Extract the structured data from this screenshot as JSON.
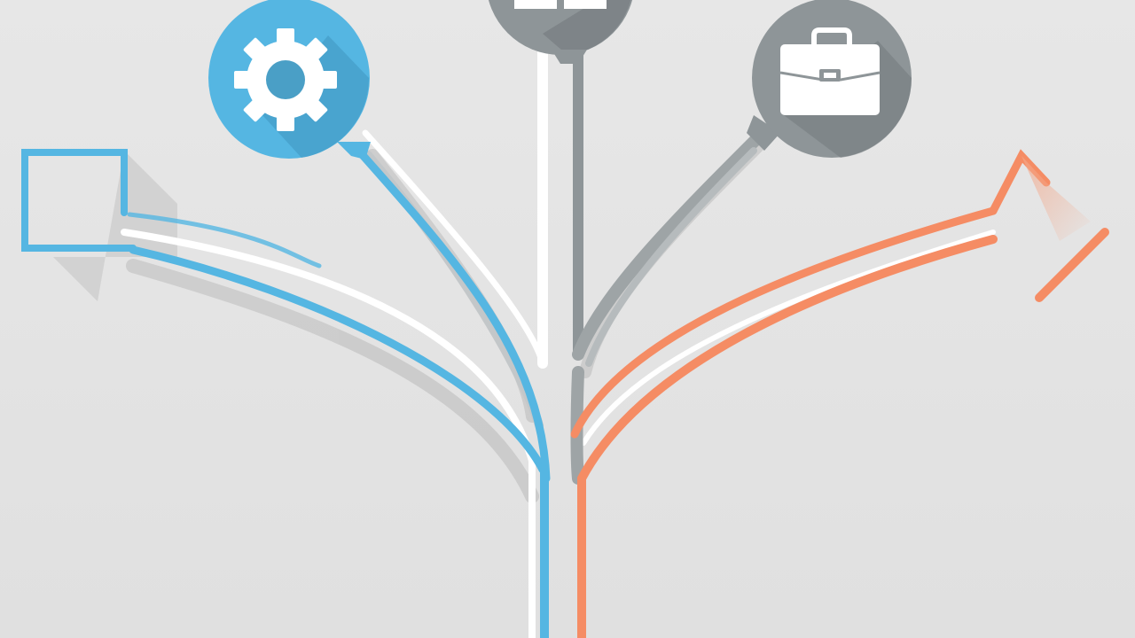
{
  "diagram": {
    "kind": "branching paths illustration",
    "background_color": "#e4e4e4",
    "colors": {
      "blue": "#55b6e2",
      "orange": "#f58c64",
      "gray": "#8e9598",
      "dark_gray": "#7f8689",
      "white": "#ffffff"
    },
    "nodes": [
      {
        "id": "gear",
        "icon": "gear-icon",
        "color": "blue"
      },
      {
        "id": "book",
        "icon": "open-book-icon",
        "color": "gray"
      },
      {
        "id": "briefcase",
        "icon": "briefcase-icon",
        "color": "gray"
      }
    ],
    "endpoints": [
      {
        "id": "square",
        "icon": "square-outline-icon",
        "color": "blue"
      },
      {
        "id": "arrow",
        "icon": "arrow-head-icon",
        "color": "orange"
      }
    ]
  }
}
